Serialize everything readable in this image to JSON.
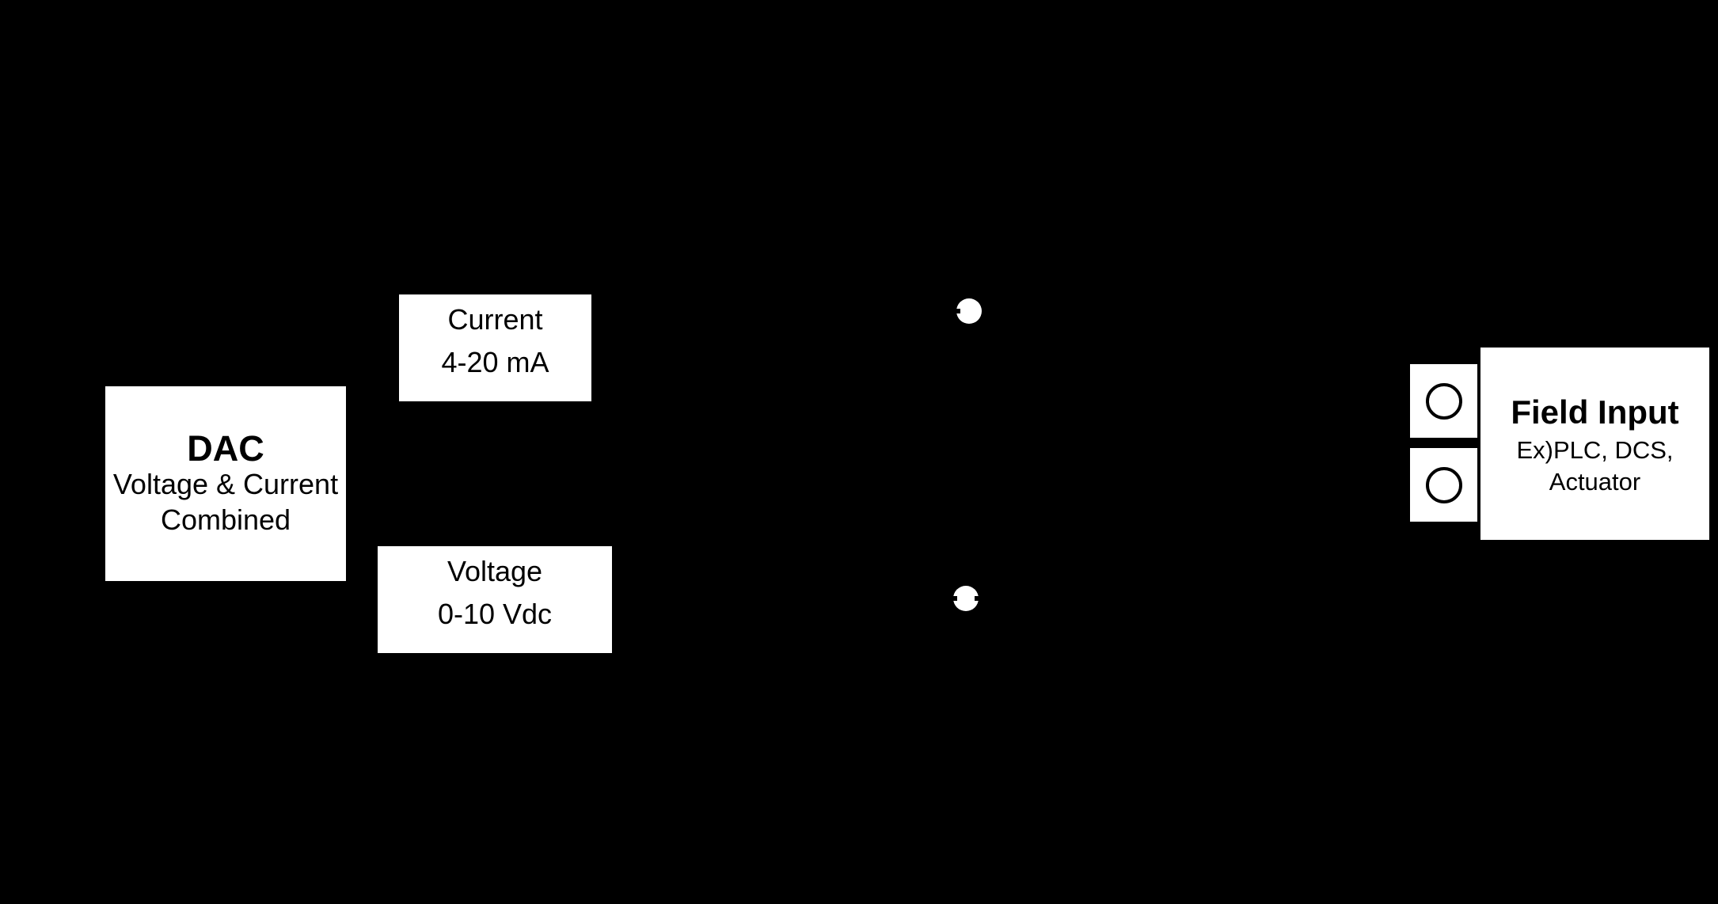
{
  "colors": {
    "background": "#000000",
    "box_fill": "#ffffff",
    "text": "#000000"
  },
  "dac_box": {
    "title": "DAC",
    "lines": [
      "Voltage & Current",
      "Combined"
    ]
  },
  "current_box": {
    "lines": [
      "Current",
      "4-20 mA"
    ]
  },
  "voltage_box": {
    "lines": [
      "Voltage",
      "0-10 Vdc"
    ]
  },
  "field_input_box": {
    "title": "Field Input",
    "lines": [
      "Ex)PLC, DCS,",
      "Actuator"
    ]
  },
  "icons": {
    "junction_dot": "filled-white-circle",
    "terminal_contact": "open-circle"
  }
}
